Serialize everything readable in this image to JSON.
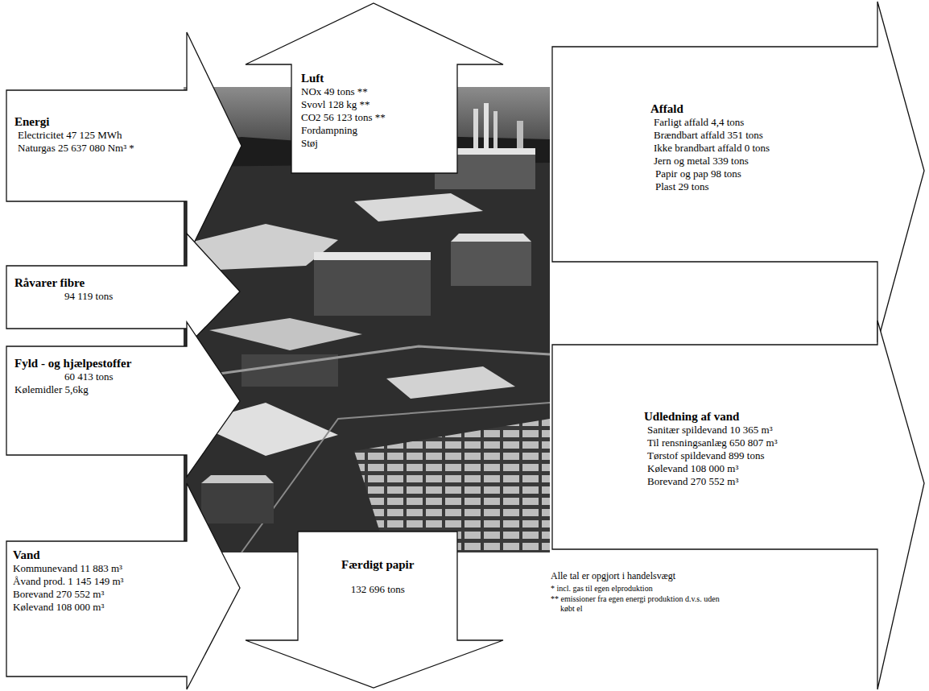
{
  "diagram": {
    "nodes": [
      {
        "text": [
          "Energi",
          "Electricitet 47 125 MWh",
          "Naturgas 25 637 080 Nm³ *"
        ]
      },
      {
        "text": [
          "Råvarer fibre",
          "94 119 tons"
        ]
      },
      {
        "text": [
          "Fyld - og hjælpestoffer",
          "60 413 tons",
          "Kølemidler 5,6kg"
        ]
      },
      {
        "text": [
          "Vand",
          "Kommunevand 11 883 m³",
          "Åvand prod. 1 145 149 m³",
          "Borevand 270 552 m³",
          "Kølevand 108 000 m³"
        ]
      },
      {
        "text": [
          "Luft",
          "NOx 49 tons **",
          "Svovl 128 kg **",
          "CO2 56 123 tons **",
          "Fordampning",
          "Støj"
        ]
      },
      {
        "text": [
          "Færdigt papir",
          "132 696 tons"
        ]
      },
      {
        "text": [
          "Affald",
          "Farligt affald 4,4 tons",
          "Brændbart affald 351 tons",
          "Ikke brandbart affald 0 tons",
          "Jern og metal 339 tons",
          "Papir og pap 98 tons",
          "Plast 29 tons"
        ]
      },
      {
        "text": [
          "Udledning af vand",
          "Sanitær spildevand 10 365 m³",
          "Til rensningsanlæg 650 807 m³",
          "Tørstof spildevand 899 tons",
          "Kølevand 108 000 m³",
          "Borevand 270 552 m³"
        ]
      }
    ],
    "labels": [
      "Alle tal er opgjort i handelsvægt",
      "* incl. gas til egen elproduktion",
      "** emissioner fra egen energi produktion d.v.s. uden købt el"
    ]
  }
}
